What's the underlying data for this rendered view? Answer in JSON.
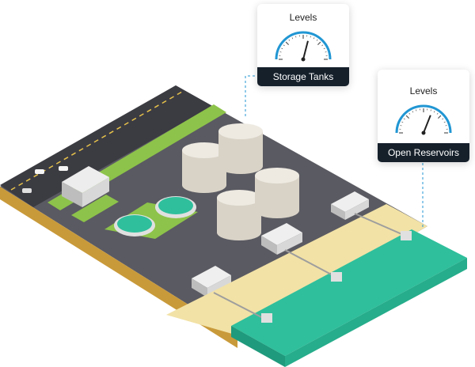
{
  "cards": {
    "storage": {
      "title": "Levels",
      "label": "Storage Tanks",
      "level": 0.58
    },
    "reservoirs": {
      "title": "Levels",
      "label": "Open Reservoirs",
      "level": 0.62
    }
  },
  "colors": {
    "gauge_accent": "#2196d3",
    "label_bg": "#15202b",
    "water": "#2fbf9c",
    "sand": "#f2e2a6",
    "grass": "#8dc34a",
    "asphalt": "#3f3f46",
    "yard": "#5a5a62"
  }
}
